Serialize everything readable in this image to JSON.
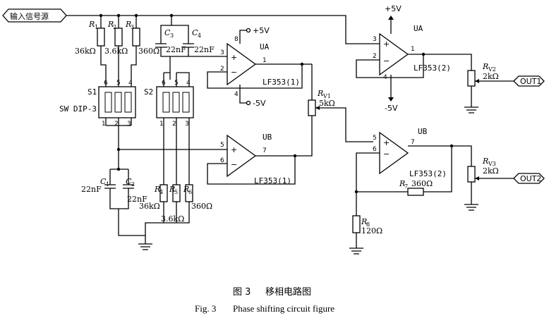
{
  "input_port": "输入信号源",
  "output_ports": [
    "OUT1",
    "OUT2"
  ],
  "supplies": {
    "pos": "+5V",
    "neg": "-5V"
  },
  "opamps": {
    "u1a": {
      "unit": "UA",
      "part": "LF353(1)",
      "pins": [
        "8",
        "3",
        "2",
        "1",
        "4"
      ]
    },
    "u1b": {
      "unit": "UB",
      "part": "LF353(1)",
      "pins": [
        "5",
        "6",
        "7"
      ]
    },
    "u2a": {
      "unit": "UA",
      "part": "LF353(2)",
      "pins": [
        "3",
        "2",
        "1",
        "4"
      ]
    },
    "u2b": {
      "unit": "UB",
      "part": "LF353(2)",
      "pins": [
        "5",
        "6",
        "7"
      ]
    }
  },
  "switches": {
    "s1": {
      "name": "S1",
      "type": "SW DIP-3",
      "top_pins": [
        "6",
        "5",
        "4"
      ],
      "bottom_pins": [
        "1",
        "2",
        "3"
      ]
    },
    "s2": {
      "name": "S2",
      "top_pins": [
        "6",
        "5",
        "4"
      ],
      "bottom_pins": [
        "1",
        "2",
        "3"
      ]
    }
  },
  "components": {
    "R1": {
      "ref": "R",
      "sub": "1",
      "value": "36kΩ"
    },
    "R2": {
      "ref": "R",
      "sub": "2",
      "value": "3.6kΩ"
    },
    "R3": {
      "ref": "R",
      "sub": "3",
      "value": "360Ω"
    },
    "R4": {
      "ref": "R",
      "sub": "4",
      "value": "36kΩ"
    },
    "R5": {
      "ref": "R",
      "sub": "5",
      "value": "3.6kΩ"
    },
    "R6": {
      "ref": "R",
      "sub": "6",
      "value": "360Ω"
    },
    "R7": {
      "ref": "R",
      "sub": "7",
      "value": "360Ω"
    },
    "R8": {
      "ref": "R",
      "sub": "8",
      "value": "120Ω"
    },
    "C1": {
      "ref": "C",
      "sub": "1",
      "value": "22nF"
    },
    "C2": {
      "ref": "C",
      "sub": "2",
      "value": "22nF"
    },
    "C3": {
      "ref": "C",
      "sub": "3",
      "value": "22nF"
    },
    "C4": {
      "ref": "C",
      "sub": "4",
      "value": "22nF"
    },
    "RV1": {
      "ref": "R",
      "sub": "V1",
      "value": "5kΩ"
    },
    "RV2": {
      "ref": "R",
      "sub": "V2",
      "value": "2kΩ"
    },
    "RV3": {
      "ref": "R",
      "sub": "V3",
      "value": "2kΩ"
    }
  },
  "caption": {
    "zh_num": "图 3",
    "zh_title": "移相电路图",
    "en_num": "Fig. 3",
    "en_title": "Phase shifting circuit figure"
  }
}
